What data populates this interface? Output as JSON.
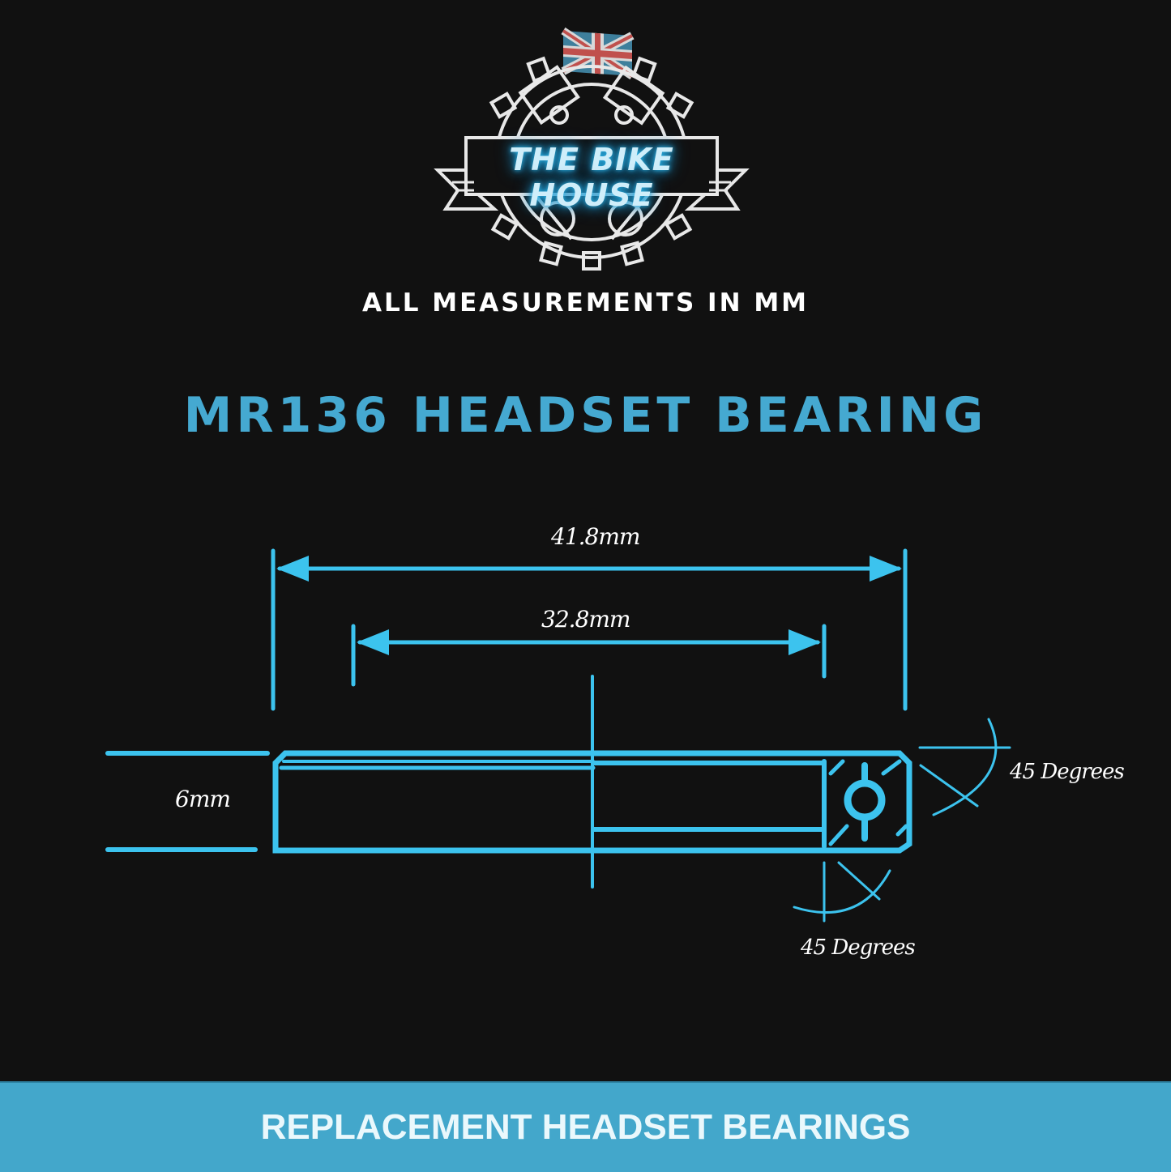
{
  "brand": {
    "name": "THE BIKE HOUSE",
    "emblem": "gear-with-pistons-and-union-jack-flag",
    "flag": "union-jack"
  },
  "header": {
    "subtitle": "ALL MEASUREMENTS IN MM",
    "title": "MR136 HEADSET BEARING"
  },
  "diagram": {
    "outer_diameter": "41.8mm",
    "inner_diameter": "32.8mm",
    "height": "6mm",
    "chamfer_top": "45 Degrees",
    "chamfer_bottom": "45 Degrees",
    "line_color": "#3cc3ee"
  },
  "footer": {
    "label": "REPLACEMENT HEADSET BEARINGS",
    "background": "#43a7cb"
  }
}
